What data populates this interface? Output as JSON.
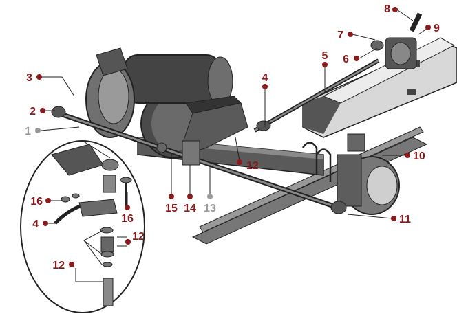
{
  "callouts": [
    {
      "label": "1",
      "color": "#9a9a9a"
    },
    {
      "label": "2",
      "color": "#8b1a1a"
    },
    {
      "label": "3",
      "color": "#8b1a1a"
    },
    {
      "label": "4",
      "color": "#8b1a1a"
    },
    {
      "label": "5",
      "color": "#8b1a1a"
    },
    {
      "label": "6",
      "color": "#8b1a1a"
    },
    {
      "label": "7",
      "color": "#8b1a1a"
    },
    {
      "label": "8",
      "color": "#8b1a1a"
    },
    {
      "label": "9",
      "color": "#8b1a1a"
    },
    {
      "label": "10",
      "color": "#8b1a1a"
    },
    {
      "label": "11",
      "color": "#8b1a1a"
    },
    {
      "label": "12",
      "color": "#8b1a1a"
    },
    {
      "label": "13",
      "color": "#9a9a9a"
    },
    {
      "label": "14",
      "color": "#8b1a1a"
    },
    {
      "label": "15",
      "color": "#8b1a1a"
    },
    {
      "label": "16",
      "color": "#8b1a1a"
    },
    {
      "label": "16",
      "color": "#8b1a1a"
    },
    {
      "label": "4",
      "color": "#8b1a1a"
    },
    {
      "label": "12",
      "color": "#8b1a1a"
    },
    {
      "label": "12",
      "color": "#8b1a1a"
    }
  ],
  "colors": {
    "part_red": "#8b1a1a",
    "not_shown_gray": "#9a9a9a",
    "ink": "#222222"
  }
}
